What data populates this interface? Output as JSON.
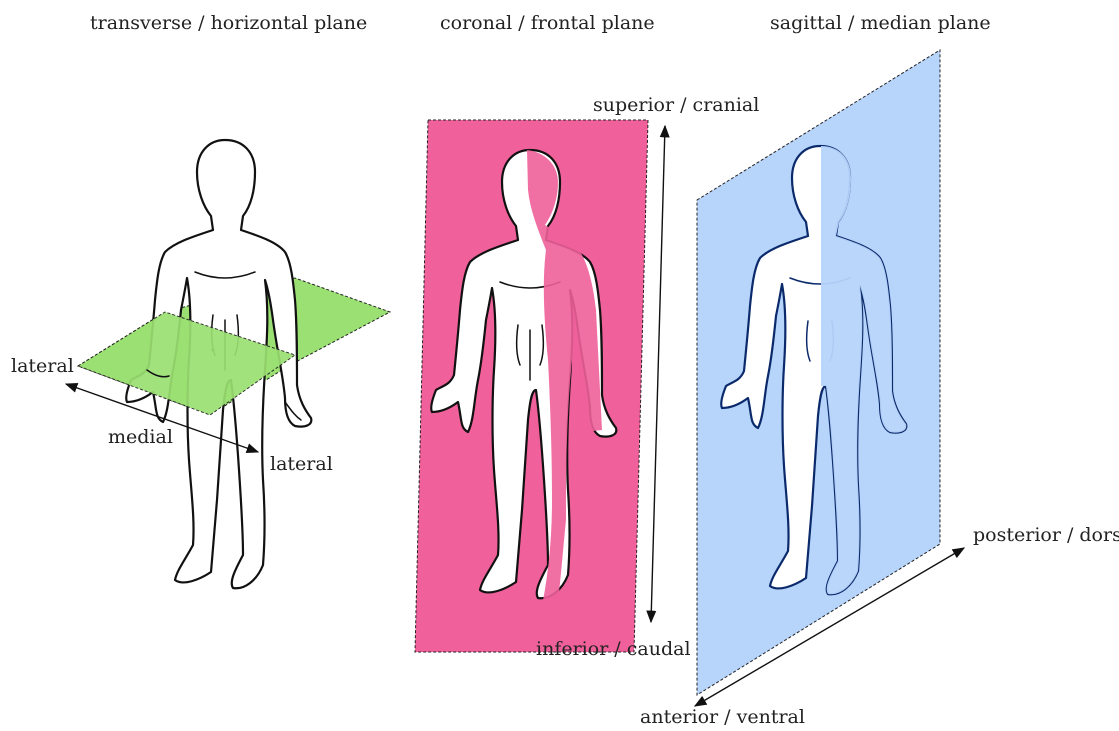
{
  "titles": {
    "transverse": "transverse / horizontal plane",
    "coronal": "coronal / frontal plane",
    "sagittal": "sagittal / median plane"
  },
  "axes": {
    "lateral_left": "lateral",
    "medial": "medial",
    "lateral_right": "lateral",
    "superior": "superior / cranial",
    "inferior": "inferior / caudal",
    "posterior": "posterior / dorsal",
    "anterior": "anterior / ventral"
  },
  "colors": {
    "transverse_plane": "#9be072",
    "coronal_plane": "#f0609a",
    "sagittal_plane": "#b7d4fb"
  }
}
